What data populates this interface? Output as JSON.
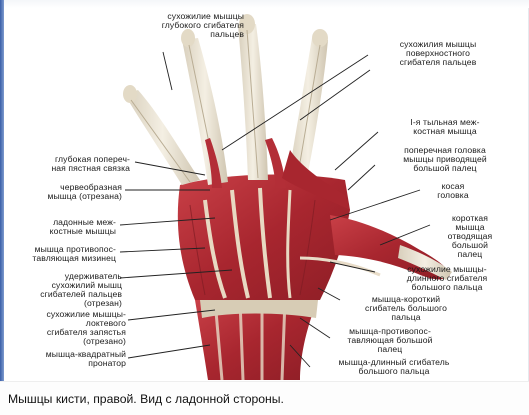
{
  "colors": {
    "muscle": "#b8323a",
    "muscle_dark": "#7f1d23",
    "tendon": "#e9e1cf",
    "bone": "#d9d0b9",
    "leader": "#222222"
  },
  "labels": {
    "deep_flexor_tendon": "сухожилие мышцы\nглубокого сгибателя\nпальцев",
    "superficial_flexor_tendons": "сухожилия мышцы\nповерхностного\nсгибателя пальцев",
    "first_dorsal_interosseous": "I-я тыльная меж-\nкостная мышца",
    "deep_transverse_ligament": "глубокая попереч-\nная пястная связка",
    "transverse_head_adductor": "поперечная головка\nмышцы приводящей\nбольшой палец",
    "lumbrical": "червеобразная\nмышца (отрезана)",
    "oblique_head": "косая\nголовка",
    "palmar_interossei": "ладонные меж-\nкостные мышцы",
    "opponens_digiti_minimi": "мышца противопос-\nтавляющая мизинец",
    "abductor_pollicis_brevis": "короткая\nмышца\nотводящая\nбольшой\nпалец",
    "retinaculum_flexor_tendons": "удерживатель\nсухожилий мышц\nсгибателей пальцев\n(отрезан)",
    "flexor_pollicis_longus_tendon": "сухожилие мышцы-\nдлинного сгибателя\nбольшого пальца",
    "flexor_pollicis_brevis": "мышца-короткий\nсгибатель большого\nпальца",
    "flexor_carpi_ulnaris_tendon": "сухожилие мышцы-\nлоктевого\nсгибателя запястья\n(отрезано)",
    "opponens_pollicis": "мышца-противопос-\nтавляющая большой\nпалец",
    "pronator_quadratus": "мышца-квадратный\nпронатор",
    "flexor_pollicis_longus": "мышца-длинный сгибатель\nбольшого пальца"
  },
  "caption": "Мышцы кисти, правой. Вид с ладонной стороны."
}
